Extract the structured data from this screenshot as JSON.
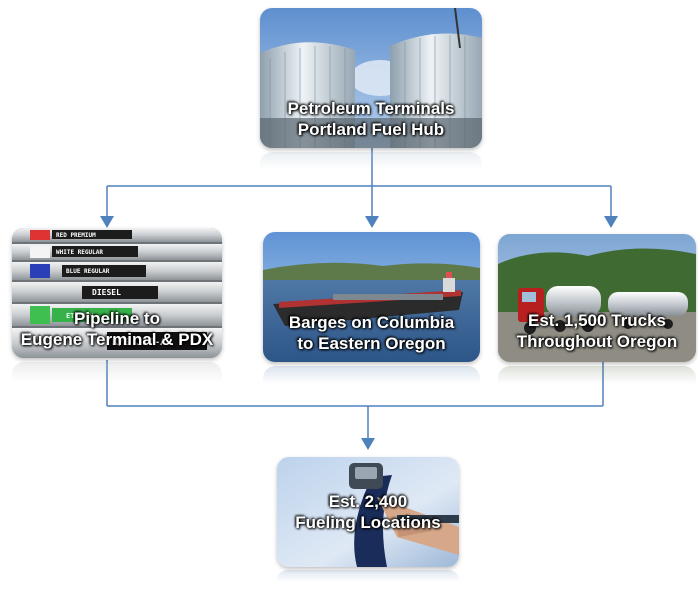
{
  "nodes": {
    "hub": {
      "line1": "Petroleum Terminals",
      "line2": "Portland Fuel Hub"
    },
    "pipeline": {
      "line1": "Pipeline to",
      "line2": "Eugene Terminal & PDX",
      "pipe_labels": [
        "RED PREMIUM",
        "WHITE REGULAR",
        "BLUE REGULAR",
        "DIESEL",
        "ETHANOL",
        "R/S JET-A"
      ]
    },
    "barges": {
      "line1": "Barges on Columbia",
      "line2": "to Eastern Oregon"
    },
    "trucks": {
      "line1": "Est. 1,500  Trucks",
      "line2": "Throughout Oregon"
    },
    "fueling": {
      "line1": "Est. 2,400",
      "line2": "Fueling Locations"
    }
  },
  "colors": {
    "connector": "#4f81bd",
    "label_text": "#ffffff"
  }
}
